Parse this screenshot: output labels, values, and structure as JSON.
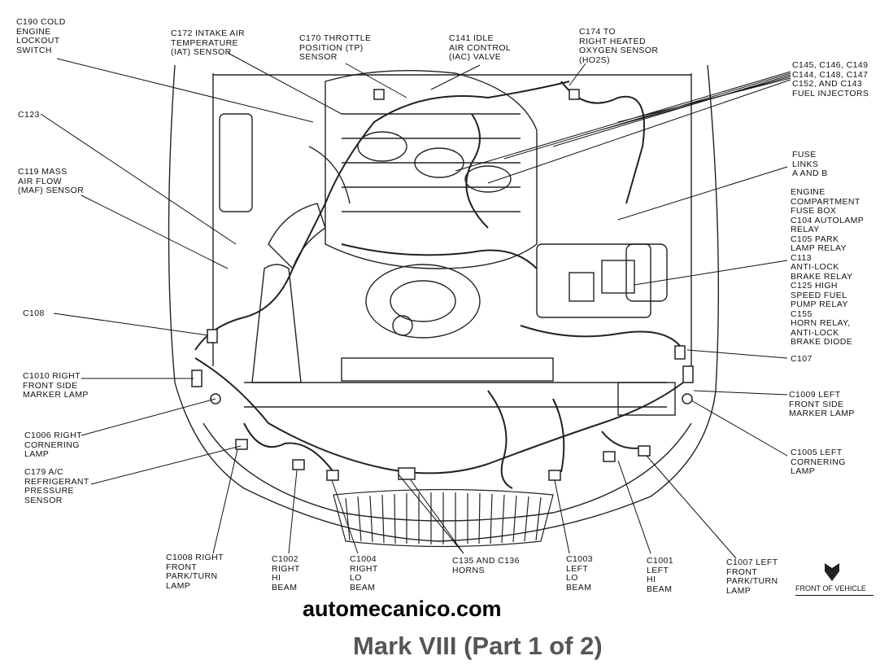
{
  "callouts": {
    "c190": "C190 COLD\nENGINE\nLOCKOUT\nSWITCH",
    "c172": "C172 INTAKE AIR\nTEMPERATURE\n(IAT) SENSOR",
    "c170": "C170 THROTTLE\nPOSITION (TP)\nSENSOR",
    "c141": "C141 IDLE\nAIR CONTROL\n(IAC) VALVE",
    "c174": "C174 TO\nRIGHT HEATED\nOXYGEN SENSOR\n(HO2S)",
    "injectors": "C145, C146, C149\nC144, C148, C147\nC152, AND C143\nFUEL INJECTORS",
    "c123": "C123",
    "c119": "C119 MASS\nAIR FLOW\n(MAF) SENSOR",
    "fuse_links": "FUSE\nLINKS\nA AND B",
    "fuse_box": "ENGINE\nCOMPARTMENT\nFUSE BOX\nC104 AUTOLAMP\nRELAY\nC105 PARK\nLAMP RELAY\nC113\nANTI-LOCK\nBRAKE RELAY\nC125 HIGH\nSPEED FUEL\nPUMP RELAY\nC155\nHORN RELAY,\nANTI-LOCK\nBRAKE DIODE",
    "c108": "C108",
    "c107": "C107",
    "c1010": "C1010 RIGHT\nFRONT SIDE\nMARKER LAMP",
    "c1009": "C1009 LEFT\nFRONT SIDE\nMARKER LAMP",
    "c1006": "C1006 RIGHT\nCORNERING\nLAMP",
    "c1005": "C1005 LEFT\nCORNERING\nLAMP",
    "c179": "C179 A/C\nREFRIGERANT\nPRESSURE\nSENSOR",
    "c1008": "C1008 RIGHT\nFRONT\nPARK/TURN\nLAMP",
    "c1002": "C1002\nRIGHT\nHI\nBEAM",
    "c1004": "C1004\nRIGHT\nLO\nBEAM",
    "c135": "C135 AND C136\nHORNS",
    "c1003": "C1003\nLEFT\nLO\nBEAM",
    "c1001": "C1001\nLEFT\nHI\nBEAM",
    "c1007": "C1007 LEFT\nFRONT\nPARK/TURN\nLAMP"
  },
  "front_of_vehicle": "FRONT OF VEHICLE",
  "website": "automecanico.com",
  "caption": "Mark VIII (Part 1 of 2)"
}
